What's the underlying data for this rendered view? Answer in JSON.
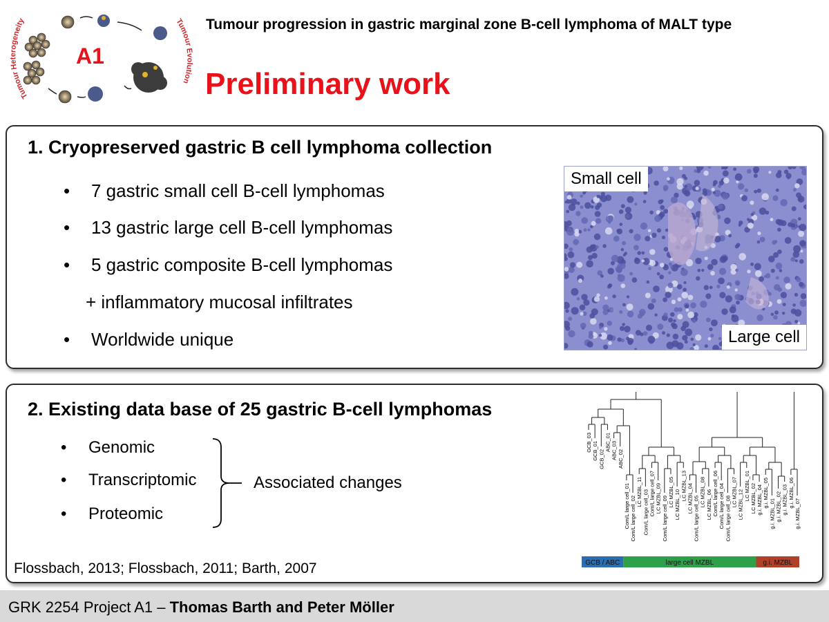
{
  "header": {
    "logo": {
      "label": "A1",
      "left_arc_text": "Tumour Heterogeneity",
      "right_arc_text": "Tumour Evolution"
    },
    "subtitle": "Tumour progression in gastric marginal zone B-cell lymphoma of MALT type",
    "title": "Preliminary work"
  },
  "section1": {
    "heading": "1. Cryopreserved gastric B cell lymphoma collection",
    "bullets": [
      "7 gastric small cell B-cell lymphomas",
      "13 gastric large cell B-cell lymphomas",
      "5 gastric composite B-cell lymphomas"
    ],
    "continuation": "+ inflammatory mucosal infiltrates",
    "last_bullet": "Worldwide unique",
    "bullet_symbol": "•",
    "image": {
      "label_small": "Small cell",
      "label_large": "Large cell"
    }
  },
  "section2": {
    "heading": "2. Existing data base of 25 gastric B-cell lymphomas",
    "bullets": [
      "Genomic",
      "Transcriptomic",
      "Proteomic"
    ],
    "bullet_symbol": "•",
    "associated": "Associated changes",
    "references": "Flossbach, 2013; Flossbach, 2011; Barth, 2007",
    "dendrogram": {
      "leaves": [
        "GCB_03",
        "GCB_01",
        "GCB_02",
        "ABC_01",
        "ABC_03",
        "ABC_02",
        "Com/L large cell_01",
        "Com/L large cell_02",
        "LC MZBL_11",
        "Com/L large cell_03",
        "Com/L large cell_07",
        "LC MZBL_09",
        "Com/L large cell_09",
        "LC MZBL_05",
        "LC MZBL_10",
        "LC MZBL_13",
        "LC MZBL_04",
        "Com/L large cell_05",
        "LC MZBL_08",
        "LC MZBL_06",
        "Com/L large cell_06",
        "Com/L large cell_04",
        "Com/L large cell_08",
        "LC MZBL_07",
        "LC MZBL_12",
        "LC MZBL_01",
        "LC MZBL_02",
        "g.i. MZBL_04",
        "g.i. MZBL_05",
        "g.i. MZBL_01",
        "g.i. MZBL_02",
        "g.i. MZBL_03",
        "g.i. MZBL_06",
        "g.i. MZBL_07"
      ],
      "groups": [
        {
          "label": "GCB / ABC",
          "color": "#2a6db0"
        },
        {
          "label": "large cell MZBL",
          "color": "#2fa04a"
        },
        {
          "label": "g.i. MZBL",
          "color": "#b0402a"
        }
      ]
    }
  },
  "footer": {
    "prefix": "GRK 2254 Project A1 – ",
    "authors": "Thomas Barth and Peter Möller"
  },
  "colors": {
    "title_red": "#e8131a",
    "footer_bg": "#d9d9d9",
    "micro_bg": "#8c8fcf"
  }
}
